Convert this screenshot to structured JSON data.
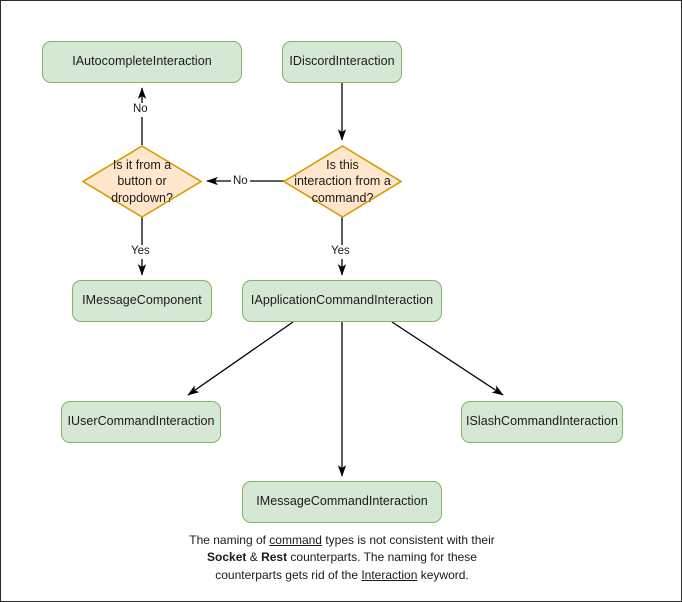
{
  "diagram": {
    "title": "Discord interaction type hierarchy flowchart",
    "colors": {
      "box_fill": "#d5e8d4",
      "box_stroke": "#82b366",
      "diamond_fill": "#ffe6cc",
      "diamond_stroke": "#d79b00",
      "edge": "#000000",
      "canvas": "#ffffff",
      "border": "#2b2b2b",
      "text": "#1a1a1a"
    },
    "nodes": [
      {
        "id": "autocomplete",
        "shape": "box",
        "label": "IAutocompleteInteraction"
      },
      {
        "id": "discord",
        "shape": "box",
        "label": "IDiscordInteraction"
      },
      {
        "id": "decision_btn",
        "shape": "diamond",
        "label": "Is it from a\nbutton or\ndropdown?"
      },
      {
        "id": "decision_cmd",
        "shape": "diamond",
        "label": "Is this\ninteraction from a\ncommand?"
      },
      {
        "id": "msgcomponent",
        "shape": "box",
        "label": "IMessageComponent"
      },
      {
        "id": "appcommand",
        "shape": "box",
        "label": "IApplicationCommandInteraction"
      },
      {
        "id": "usercommand",
        "shape": "box",
        "label": "IUserCommandInteraction"
      },
      {
        "id": "slashcommand",
        "shape": "box",
        "label": "ISlashCommandInteraction"
      },
      {
        "id": "msgcommand",
        "shape": "box",
        "label": "IMessageCommandInteraction"
      }
    ],
    "edges": [
      {
        "id": "e1",
        "from": "discord",
        "to": "decision_cmd",
        "label": ""
      },
      {
        "id": "e2",
        "from": "decision_cmd",
        "to": "decision_btn",
        "label": "No"
      },
      {
        "id": "e3",
        "from": "decision_cmd",
        "to": "appcommand",
        "label": "Yes"
      },
      {
        "id": "e4",
        "from": "decision_btn",
        "to": "autocomplete",
        "label": "No"
      },
      {
        "id": "e5",
        "from": "decision_btn",
        "to": "msgcomponent",
        "label": "Yes"
      },
      {
        "id": "e6",
        "from": "appcommand",
        "to": "usercommand",
        "label": ""
      },
      {
        "id": "e7",
        "from": "appcommand",
        "to": "msgcommand",
        "label": ""
      },
      {
        "id": "e8",
        "from": "appcommand",
        "to": "slashcommand",
        "label": ""
      }
    ]
  },
  "footnote": {
    "line1_a": "The naming of ",
    "line1_u": "command",
    "line1_b": " types is not consistent with their",
    "line2_a": "Socket",
    "line2_amp": " & ",
    "line2_b": "Rest",
    "line2_c": " counterparts. The naming for these",
    "line3_a": "counterparts gets rid of the ",
    "line3_u": "Interaction",
    "line3_b": " keyword."
  }
}
